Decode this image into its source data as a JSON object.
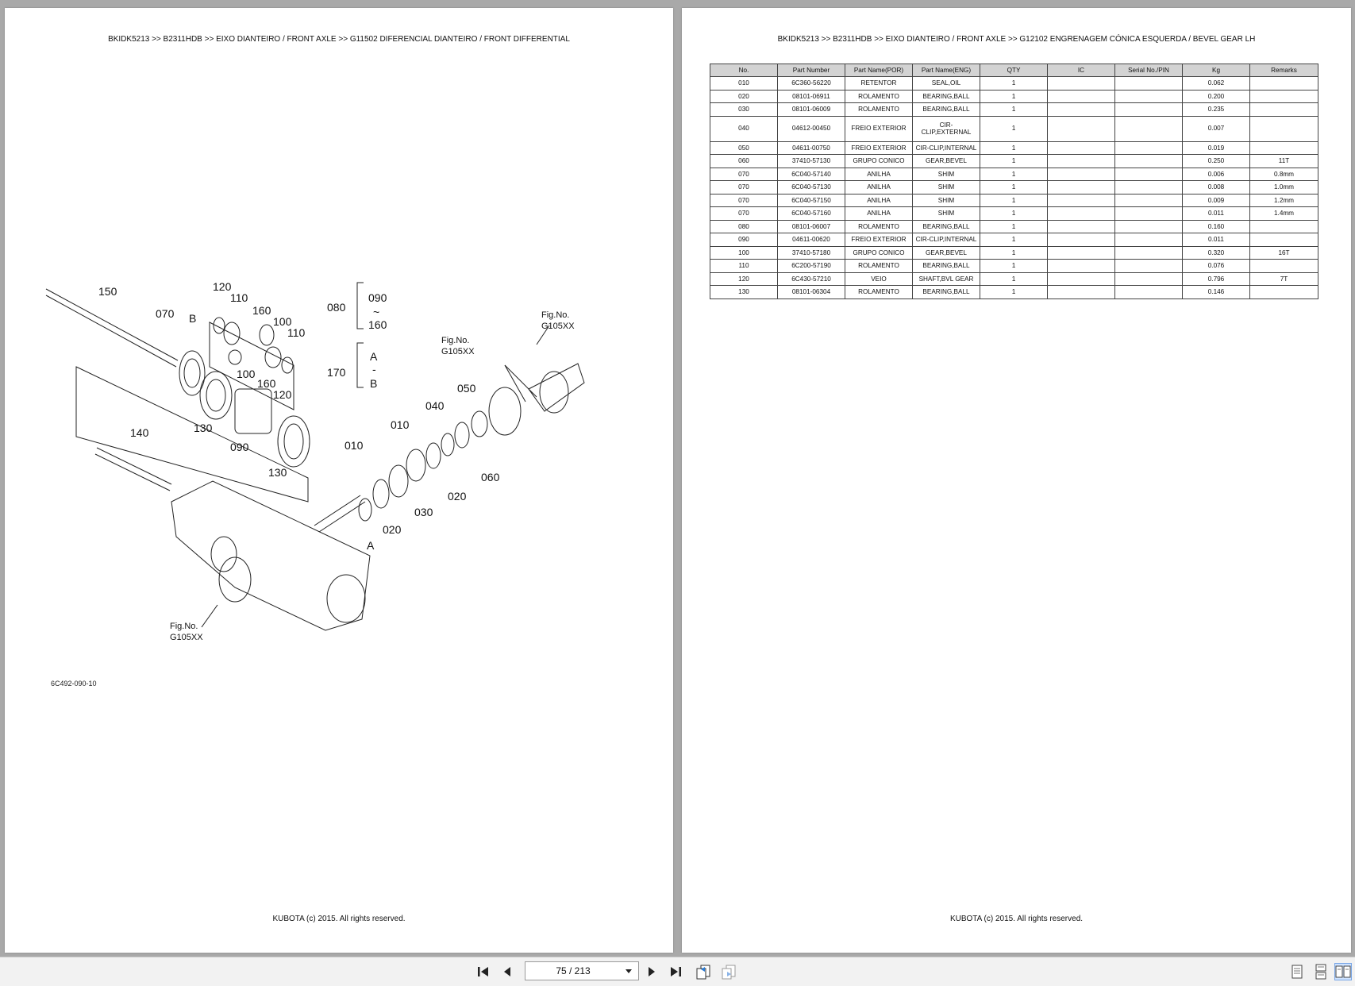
{
  "left_page": {
    "breadcrumb": "BKIDK5213 >> B2311HDB >> EIXO DIANTEIRO / FRONT AXLE >> G11502   DIFERENCIAL DIANTEIRO / FRONT DIFFERENTIAL",
    "diagram_code": "6C492-090-10",
    "callouts": {
      "c150": "150",
      "c070": "070",
      "cB": "B",
      "c120a": "120",
      "c110a": "110",
      "c160a": "160",
      "c100a": "100",
      "c110b": "110",
      "c100b": "100",
      "c160b": "160",
      "c120b": "120",
      "c130a": "130",
      "c090": "090",
      "c130b": "130",
      "c140": "140",
      "c080": "080",
      "c090r": "090",
      "ctilde": "~",
      "c160r": "160",
      "c170": "170",
      "cAr": "A",
      "cdash": "-",
      "cBr": "B",
      "c010a": "010",
      "c010b": "010",
      "c040": "040",
      "c050": "050",
      "c060": "060",
      "c020a": "020",
      "c030": "030",
      "c020b": "020",
      "cA": "A",
      "fig1a": "Fig.No.",
      "fig1b": "G105XX",
      "fig2a": "Fig.No.",
      "fig2b": "G105XX",
      "fig3a": "Fig.No.",
      "fig3b": "G105XX"
    },
    "footer": "KUBOTA (c) 2015. All rights reserved."
  },
  "right_page": {
    "breadcrumb": "BKIDK5213 >> B2311HDB >> EIXO DIANTEIRO / FRONT AXLE >> G12102   ENGRENAGEM CÓNICA ESQUERDA / BEVEL GEAR LH",
    "table": {
      "headers": [
        "No.",
        "Part Number",
        "Part Name(POR)",
        "Part Name(ENG)",
        "QTY",
        "IC",
        "Serial No./PIN",
        "Kg",
        "Remarks"
      ],
      "rows": [
        [
          "010",
          "6C360-56220",
          "RETENTOR",
          "SEAL,OIL",
          "1",
          "",
          "",
          "0.062",
          ""
        ],
        [
          "020",
          "08101-06911",
          "ROLAMENTO",
          "BEARING,BALL",
          "1",
          "",
          "",
          "0.200",
          ""
        ],
        [
          "030",
          "08101-06009",
          "ROLAMENTO",
          "BEARING,BALL",
          "1",
          "",
          "",
          "0.235",
          ""
        ],
        [
          "040",
          "04612-00450",
          "FREIO EXTERIOR",
          "CIR-\nCLIP,EXTERNAL",
          "1",
          "",
          "",
          "0.007",
          ""
        ],
        [
          "050",
          "04611-00750",
          "FREIO EXTERIOR",
          "CIR-CLIP,INTERNAL",
          "1",
          "",
          "",
          "0.019",
          ""
        ],
        [
          "060",
          "37410-57130",
          "GRUPO CONICO",
          "GEAR,BEVEL",
          "1",
          "",
          "",
          "0.250",
          "11T"
        ],
        [
          "070",
          "6C040-57140",
          "ANILHA",
          "SHIM",
          "1",
          "",
          "",
          "0.006",
          "0.8mm"
        ],
        [
          "070",
          "6C040-57130",
          "ANILHA",
          "SHIM",
          "1",
          "",
          "",
          "0.008",
          "1.0mm"
        ],
        [
          "070",
          "6C040-57150",
          "ANILHA",
          "SHIM",
          "1",
          "",
          "",
          "0.009",
          "1.2mm"
        ],
        [
          "070",
          "6C040-57160",
          "ANILHA",
          "SHIM",
          "1",
          "",
          "",
          "0.011",
          "1.4mm"
        ],
        [
          "080",
          "08101-06007",
          "ROLAMENTO",
          "BEARING,BALL",
          "1",
          "",
          "",
          "0.160",
          ""
        ],
        [
          "090",
          "04611-00620",
          "FREIO EXTERIOR",
          "CIR-CLIP,INTERNAL",
          "1",
          "",
          "",
          "0.011",
          ""
        ],
        [
          "100",
          "37410-57180",
          "GRUPO CONICO",
          "GEAR,BEVEL",
          "1",
          "",
          "",
          "0.320",
          "16T"
        ],
        [
          "110",
          "6C200-57190",
          "ROLAMENTO",
          "BEARING,BALL",
          "1",
          "",
          "",
          "0.076",
          ""
        ],
        [
          "120",
          "6C430-57210",
          "VEIO",
          "SHAFT,BVL GEAR",
          "1",
          "",
          "",
          "0.796",
          "7T"
        ],
        [
          "130",
          "08101-06304",
          "ROLAMENTO",
          "BEARING,BALL",
          "1",
          "",
          "",
          "0.146",
          ""
        ]
      ]
    },
    "footer": "KUBOTA (c) 2015. All rights reserved."
  },
  "toolbar": {
    "page_indicator": "75 / 213",
    "icons": {
      "first": "first-page-icon",
      "prev": "previous-page-icon",
      "next": "next-page-icon",
      "last": "last-page-icon",
      "back": "previous-view-icon",
      "forward": "next-view-icon",
      "single": "single-page-view-icon",
      "continuous": "continuous-view-icon",
      "facing": "facing-pages-view-icon"
    }
  },
  "colors": {
    "viewer_background": "#a9a9a9",
    "table_header": "#d3d3d3",
    "toolbar": "#f2f2f2"
  }
}
